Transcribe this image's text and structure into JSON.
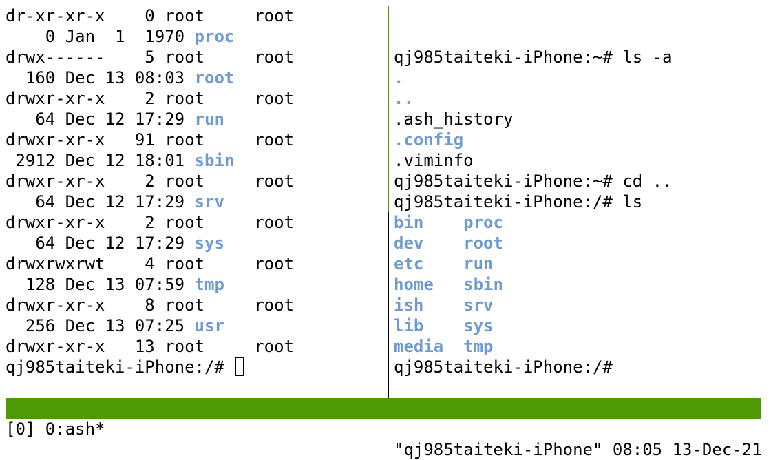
{
  "left_pane": [
    [
      {
        "t": "dr-xr-xr-x    0 root     root"
      }
    ],
    [
      {
        "t": "    0 Jan  1  1970 "
      },
      {
        "t": "proc",
        "c": "dir"
      }
    ],
    [
      {
        "t": "drwx------    5 root     root"
      }
    ],
    [
      {
        "t": "  160 Dec 13 08:03 "
      },
      {
        "t": "root",
        "c": "dir"
      }
    ],
    [
      {
        "t": "drwxr-xr-x    2 root     root"
      }
    ],
    [
      {
        "t": "   64 Dec 12 17:29 "
      },
      {
        "t": "run",
        "c": "dir"
      }
    ],
    [
      {
        "t": "drwxr-xr-x   91 root     root"
      }
    ],
    [
      {
        "t": " 2912 Dec 12 18:01 "
      },
      {
        "t": "sbin",
        "c": "dir"
      }
    ],
    [
      {
        "t": "drwxr-xr-x    2 root     root"
      }
    ],
    [
      {
        "t": "   64 Dec 12 17:29 "
      },
      {
        "t": "srv",
        "c": "dir"
      }
    ],
    [
      {
        "t": "drwxr-xr-x    2 root     root"
      }
    ],
    [
      {
        "t": "   64 Dec 12 17:29 "
      },
      {
        "t": "sys",
        "c": "dir"
      }
    ],
    [
      {
        "t": "drwxrwxrwt    4 root     root"
      }
    ],
    [
      {
        "t": "  128 Dec 13 07:59 "
      },
      {
        "t": "tmp",
        "c": "dir"
      }
    ],
    [
      {
        "t": "drwxr-xr-x    8 root     root"
      }
    ],
    [
      {
        "t": "  256 Dec 13 07:25 "
      },
      {
        "t": "usr",
        "c": "dir"
      }
    ],
    [
      {
        "t": "drwxr-xr-x   13 root     root"
      }
    ],
    [
      {
        "t": "qj985taiteki-iPhone:/# "
      },
      {
        "c": "cursor"
      }
    ]
  ],
  "right_pane": [
    [],
    [],
    [
      {
        "t": "qj985taiteki-iPhone:~# ls -a"
      }
    ],
    [
      {
        "t": ".",
        "c": "dir"
      }
    ],
    [
      {
        "t": "..",
        "c": "dir"
      }
    ],
    [
      {
        "t": ".ash_history"
      }
    ],
    [
      {
        "t": ".config",
        "c": "dir"
      }
    ],
    [
      {
        "t": ".viminfo"
      }
    ],
    [
      {
        "t": "qj985taiteki-iPhone:~# cd .."
      }
    ],
    [
      {
        "t": "qj985taiteki-iPhone:/# ls"
      }
    ],
    [
      {
        "t": "bin",
        "c": "dir"
      },
      {
        "t": "    "
      },
      {
        "t": "proc",
        "c": "dir"
      }
    ],
    [
      {
        "t": "dev",
        "c": "dir"
      },
      {
        "t": "    "
      },
      {
        "t": "root",
        "c": "dir"
      }
    ],
    [
      {
        "t": "etc",
        "c": "dir"
      },
      {
        "t": "    "
      },
      {
        "t": "run",
        "c": "dir"
      }
    ],
    [
      {
        "t": "home",
        "c": "dir"
      },
      {
        "t": "   "
      },
      {
        "t": "sbin",
        "c": "dir"
      }
    ],
    [
      {
        "t": "ish",
        "c": "dir"
      },
      {
        "t": "    "
      },
      {
        "t": "srv",
        "c": "dir"
      }
    ],
    [
      {
        "t": "lib",
        "c": "dir"
      },
      {
        "t": "    "
      },
      {
        "t": "sys",
        "c": "dir"
      }
    ],
    [
      {
        "t": "media",
        "c": "dir"
      },
      {
        "t": "  "
      },
      {
        "t": "tmp",
        "c": "dir"
      }
    ],
    [
      {
        "t": "qj985taiteki-iPhone:/#"
      }
    ]
  ],
  "status_bar": {
    "left": "[0] 0:ash*",
    "right": "\"qj985taiteki-iPhone\" 08:05 13-Dec-21",
    "color": "#4e9a06"
  },
  "colors": {
    "directory": "#6f9bd1",
    "active_border": "#4e9a06"
  }
}
